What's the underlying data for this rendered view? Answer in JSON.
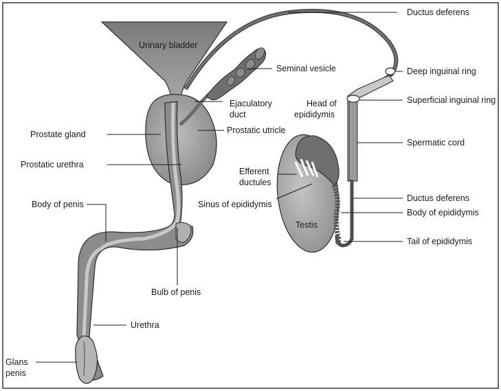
{
  "labels": {
    "urinary_bladder": "Urinary bladder",
    "seminal_vesicle": "Seminal vesicle",
    "ejaculatory_duct_line1": "Ejaculatory",
    "ejaculatory_duct_line2": "duct",
    "prostatic_utricle": "Prostatic utricle",
    "prostate_gland": "Prostate gland",
    "prostatic_urethra": "Prostatic urethra",
    "body_of_penis": "Body of penis",
    "bulb_of_penis": "Bulb of penis",
    "urethra": "Urethra",
    "glans_penis_line1": "Glans",
    "glans_penis_line2": "penis",
    "ductus_deferens_top": "Ductus deferens",
    "deep_inguinal_ring": "Deep inguinal ring",
    "superficial_inguinal_ring": "Superficial inguinal ring",
    "spermatic_cord": "Spermatic cord",
    "ductus_deferens_lower": "Ductus deferens",
    "body_of_epididymis": "Body of epididymis",
    "tail_of_epididymis": "Tail of epididymis",
    "head_of_epididymis_line1": "Head of",
    "head_of_epididymis_line2": "epididymis",
    "efferent_ductules_line1": "Efferent",
    "efferent_ductules_line2": "ductules",
    "sinus_of_epididymis": "Sinus of epididymis",
    "testis": "Testis"
  },
  "colors": {
    "tissue_dark": "#5f5f5f",
    "tissue_mid": "#8e8e8e",
    "tissue_light": "#bdbdbd",
    "outline": "#2b2b2b",
    "text": "#1a1a1a"
  }
}
